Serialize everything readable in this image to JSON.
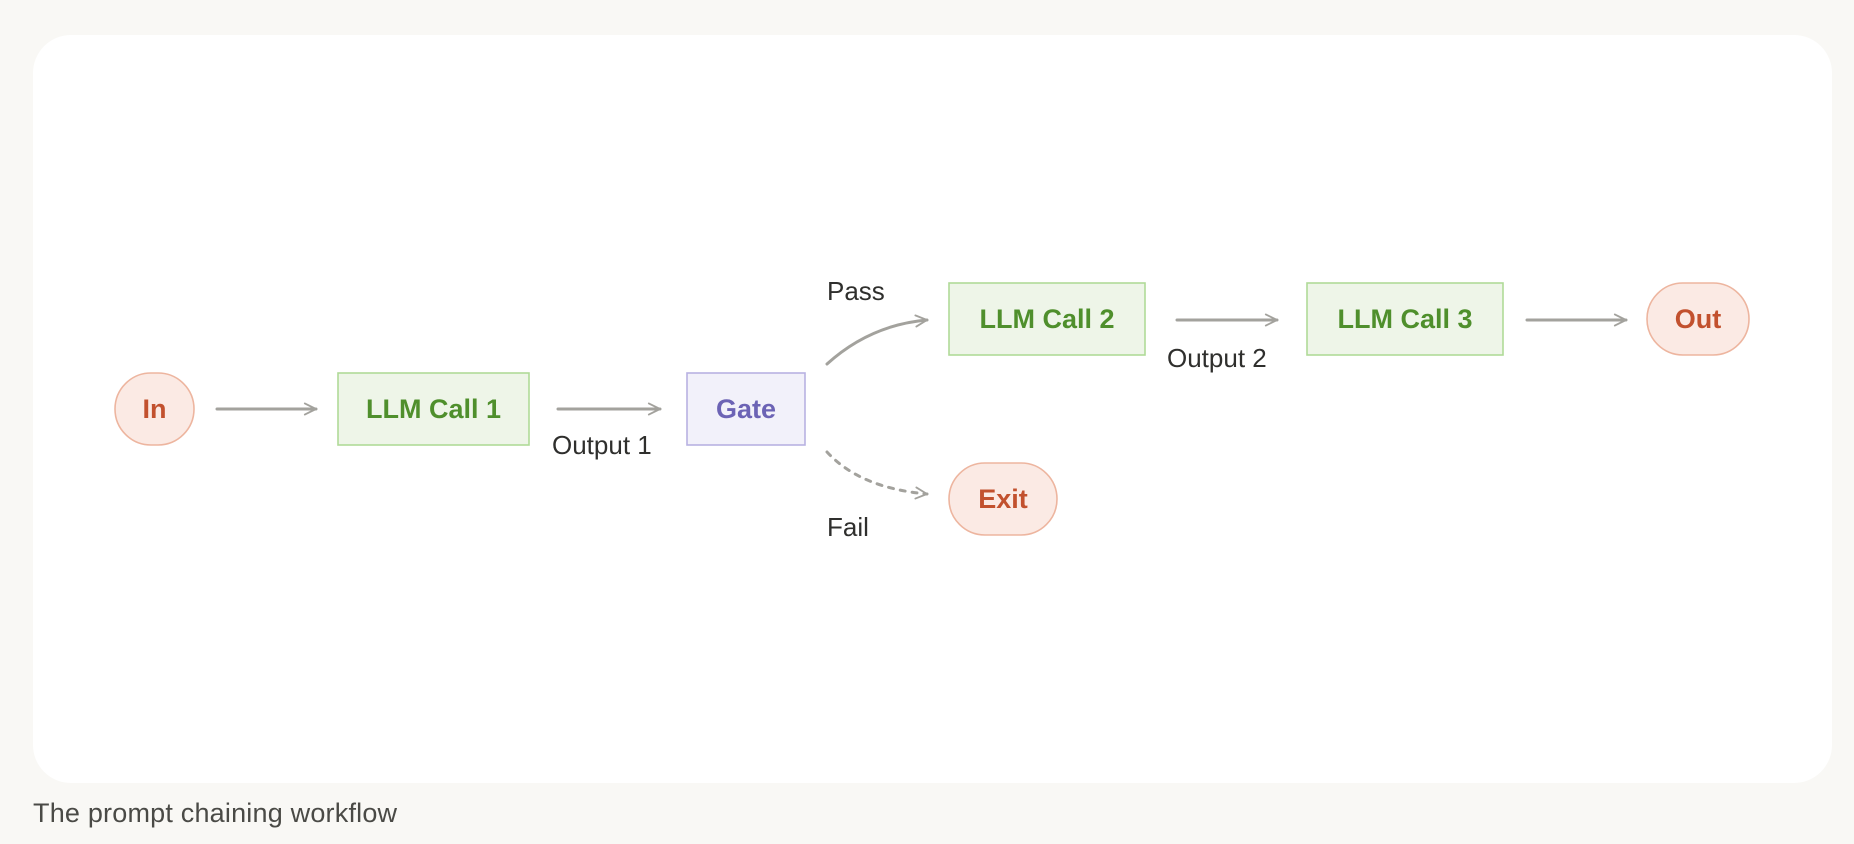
{
  "diagram": {
    "nodes": {
      "in": "In",
      "llm_call_1": "LLM Call 1",
      "gate": "Gate",
      "llm_call_2": "LLM Call 2",
      "llm_call_3": "LLM Call 3",
      "out": "Out",
      "exit": "Exit"
    },
    "edge_labels": {
      "output_1": "Output 1",
      "pass": "Pass",
      "fail": "Fail",
      "output_2": "Output 2"
    },
    "colors": {
      "page_background": "#F9F8F5",
      "card_background": "#FFFFFF",
      "terminal_fill": "#FBEAE4",
      "terminal_stroke": "#EDB59F",
      "terminal_text": "#C2512E",
      "llm_fill": "#EEF5E8",
      "llm_stroke": "#B0DA98",
      "llm_text": "#4F8F2C",
      "gate_fill": "#F2F1FA",
      "gate_stroke": "#B8B2E2",
      "gate_text": "#6C63B5",
      "arrow": "#A3A29D"
    }
  },
  "caption": "The prompt chaining workflow"
}
